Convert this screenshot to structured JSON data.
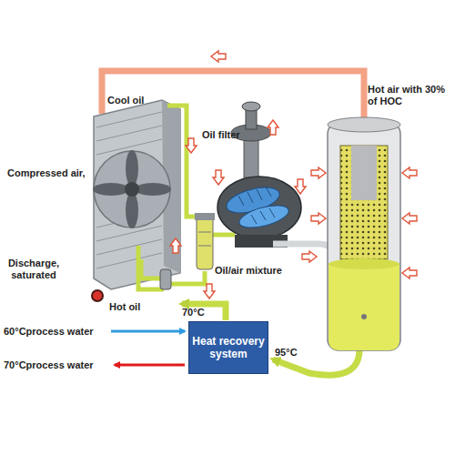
{
  "diagram": {
    "nodes": [
      {
        "text": [
          "Heat recovery system"
        ]
      }
    ],
    "labels": [
      "Cool oil",
      "Hot air with 30% of HOC",
      "Oil filter",
      "Compressed air,",
      "Oil/air mixture",
      "Discharge, saturated",
      "Hot oil",
      "70°C",
      "60°Cprocess water",
      "70°Cprocess water",
      "95°C"
    ]
  }
}
